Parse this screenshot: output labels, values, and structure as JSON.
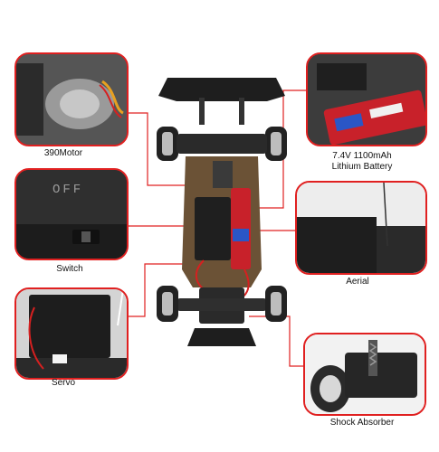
{
  "callouts": {
    "motor": {
      "label": "390Motor"
    },
    "battery": {
      "label_line1": "7.4V 1100mAh",
      "label_line2": "Lithium Battery"
    },
    "switch": {
      "label": "Switch",
      "text_off": "OFF"
    },
    "aerial": {
      "label": "Aerial"
    },
    "servo": {
      "label": "Servo"
    },
    "shock": {
      "label": "Shock Absorber"
    }
  },
  "colors": {
    "callout_border": "#e02020",
    "leader_line": "#e02020",
    "chassis": "#6b5236",
    "tire": "#222222"
  }
}
